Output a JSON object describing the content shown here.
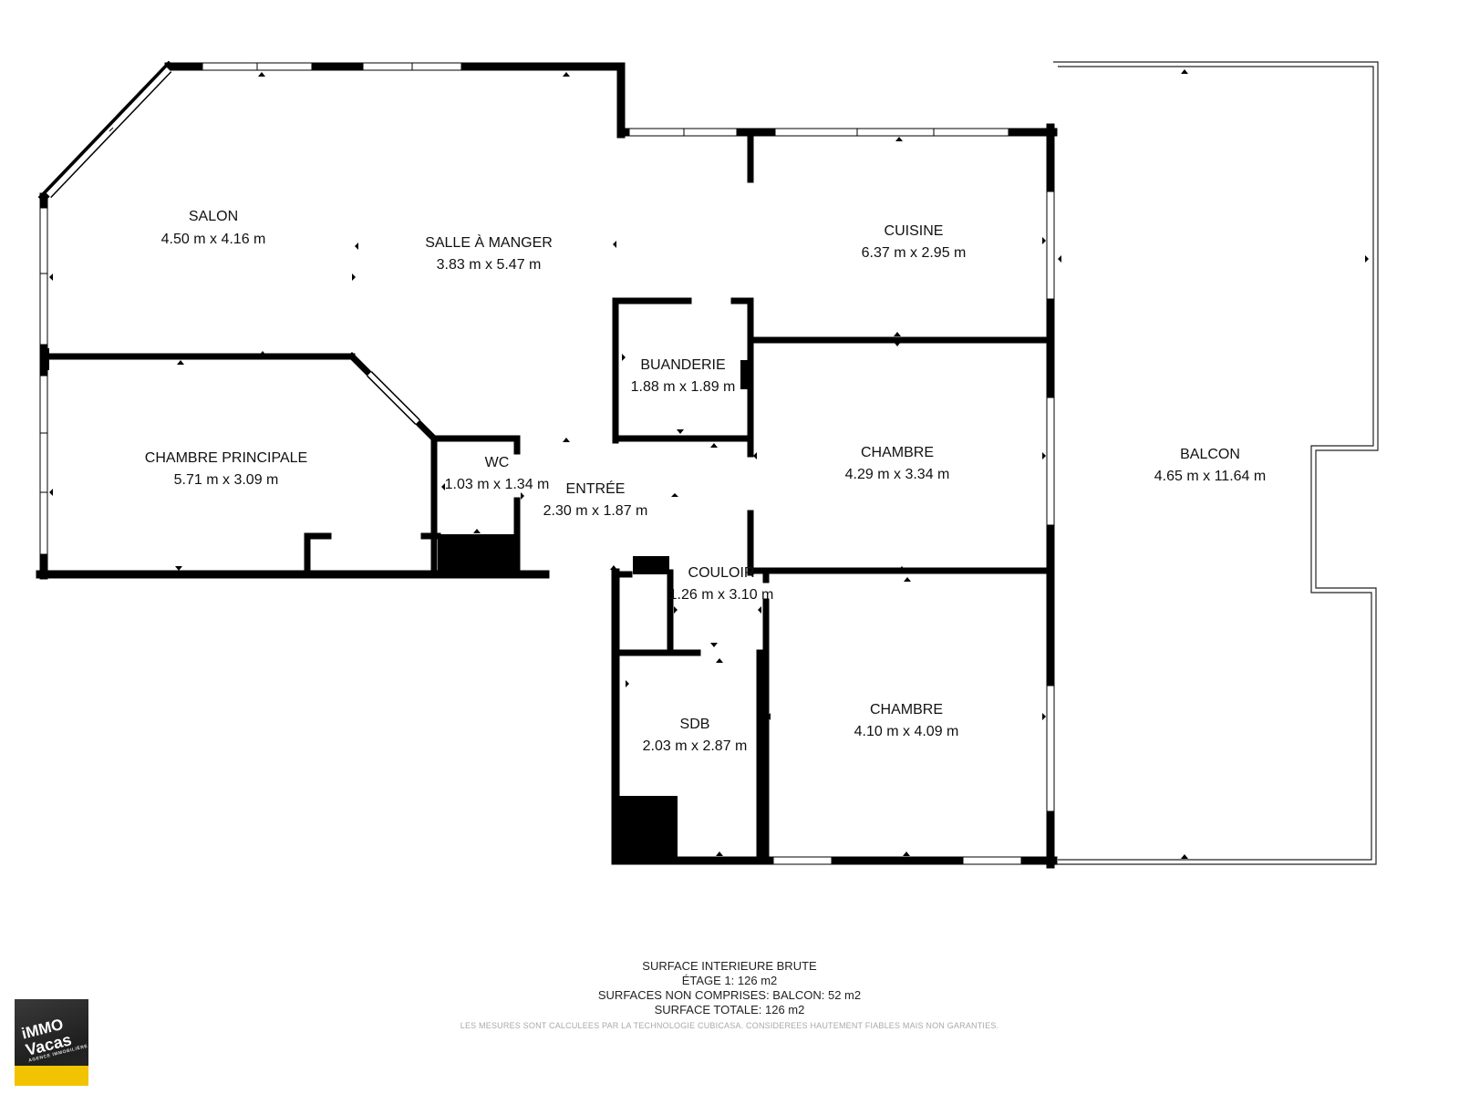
{
  "rooms": {
    "salon": {
      "name": "SALON",
      "dims": "4.50 m x 4.16 m"
    },
    "salle_a_manger": {
      "name": "SALLE À MANGER",
      "dims": "3.83 m x 5.47 m"
    },
    "cuisine": {
      "name": "CUISINE",
      "dims": "6.37 m x 2.95 m"
    },
    "buanderie": {
      "name": "BUANDERIE",
      "dims": "1.88 m x 1.89 m"
    },
    "chambre_principale": {
      "name": "CHAMBRE PRINCIPALE",
      "dims": "5.71 m x 3.09 m"
    },
    "wc": {
      "name": "WC",
      "dims": "1.03 m x 1.34 m"
    },
    "entree": {
      "name": "ENTRÉE",
      "dims": "2.30 m x 1.87 m"
    },
    "chambre_1": {
      "name": "CHAMBRE",
      "dims": "4.29 m x 3.34 m"
    },
    "couloir": {
      "name": "COULOIR",
      "dims": "1.26 m x 3.10 m"
    },
    "sdb": {
      "name": "SDB",
      "dims": "2.03 m x 2.87 m"
    },
    "chambre_2": {
      "name": "CHAMBRE",
      "dims": "4.10 m x 4.09 m"
    },
    "balcon": {
      "name": "BALCON",
      "dims": "4.65 m x 11.64 m"
    }
  },
  "summary": {
    "line1": "SURFACE INTERIEURE BRUTE",
    "line2": "ÉTAGE 1: 126 m2",
    "line3": "SURFACES NON COMPRISES: BALCON: 52 m2",
    "line4": "SURFACE TOTALE: 126 m2",
    "disclaimer": "LES MESURES SONT CALCULEES PAR LA TECHNOLOGIE CUBICASA. CONSIDEREES HAUTEMENT FIABLES MAIS NON GARANTIES."
  },
  "logo": {
    "line1": "iMMO",
    "line2": "Vacas",
    "line3": "AGENCE IMMOBILIÈRE"
  },
  "colors": {
    "wall": "#000000",
    "window": "#ffffff",
    "logo_yellow": "#f2c300",
    "logo_dark": "#2a2a2a"
  }
}
